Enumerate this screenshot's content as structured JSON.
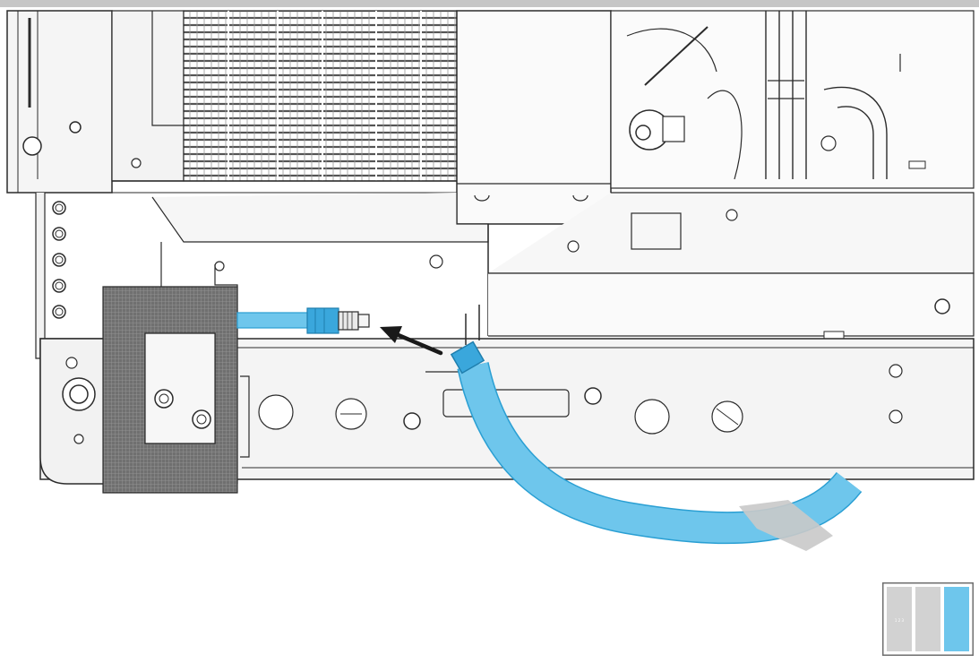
{
  "colors": {
    "hose": "#6ec6ec",
    "hose_dark": "#2a9fd3",
    "fitting": "#3aa7dc",
    "line": "#2b2b2b",
    "metal": "#f4f4f4",
    "metal_shade": "#e4e4e4",
    "foam": "#6a6a6a",
    "tape": "#c9c9c9",
    "top_bar": "#c6c6c6",
    "legend_gray": "#d2d2d2"
  },
  "icons": {
    "direction": "arrow-icon",
    "legend": "step-progress-icon"
  },
  "step_indicator": {
    "total": 3,
    "active": 3,
    "first_label": "1 2 3"
  }
}
